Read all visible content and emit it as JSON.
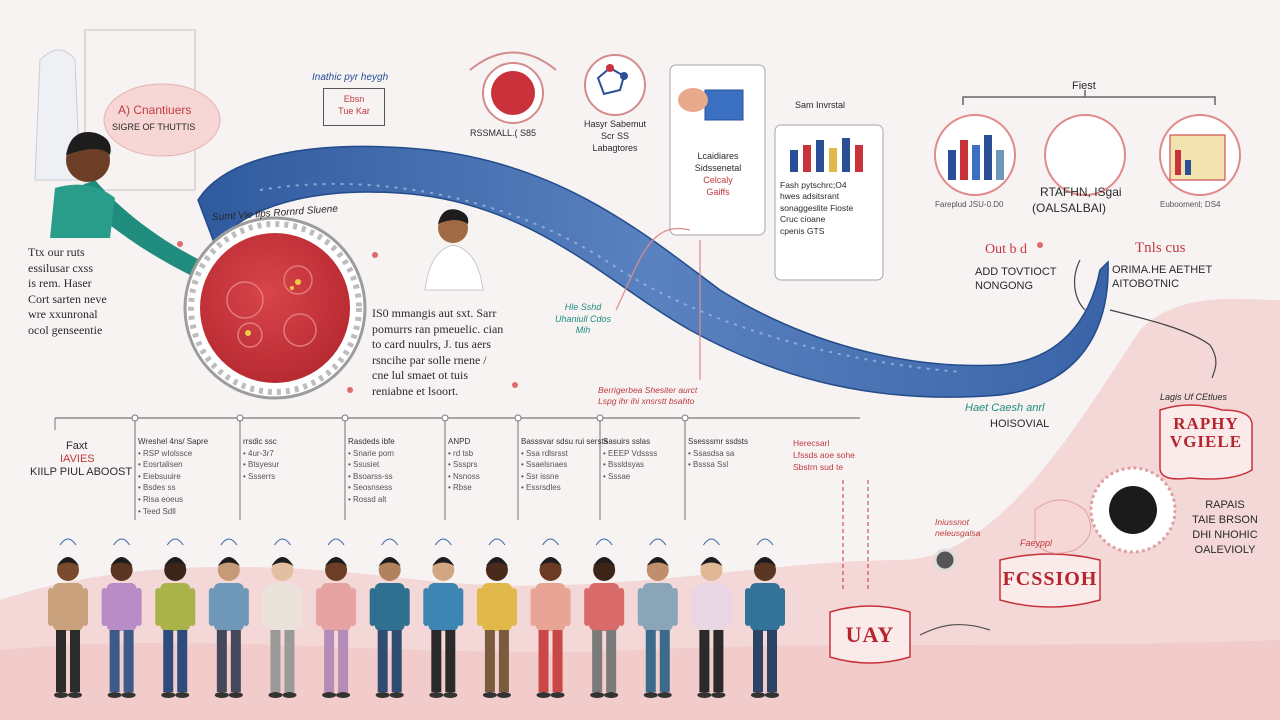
{
  "colors": {
    "background": "#f6f3f2",
    "stream_blue": "#3a64a8",
    "cell_red": "#c9323a",
    "band_pink": "#f3cdcd",
    "accent_red": "#c23a40",
    "accent_teal": "#1f8c7d"
  },
  "top_left": {
    "pink_label_line1": "A) Cnantiuers",
    "pink_label_line2": "SIGRE OF THUTTIS"
  },
  "left_caption": {
    "line1": "Ttx our ruts",
    "line2": "essilusar cxss",
    "line3": "is rem. Haser",
    "line4": "Cort sarten neve",
    "line5": "wre xxunronal",
    "line6": "ocol genseentie"
  },
  "upper_labels": {
    "box_title": "Inathic pyr heygh",
    "box_line1": "Ebsn",
    "box_line2": "Tue Kar",
    "cell_icon_label": "RSSMALL.( S85",
    "hand_drawn_label": "Sumt Vie tips Rornrd Sluene",
    "panel_a_line1": "Hasyr Sabemut",
    "panel_a_line2": "Scr SS",
    "panel_a_line3": "Labagtores",
    "panel_b_line1": "Lcaidiares",
    "panel_b_line2": "Sidssenetal",
    "panel_b_line3": "Celcaly",
    "panel_b_line4": "Gaiffs",
    "panel_c_title": "Sam Invrstal",
    "panel_c_line1": "Fash pytschrc;O4",
    "panel_c_line2": "hwes adsitsrant",
    "panel_c_line3": "sonaggeslite Fioste",
    "panel_c_line4": "Cruc cioane",
    "panel_c_line5": "cpenis GTS"
  },
  "top_right": {
    "header": "Fiest",
    "label_1": "RTAFHN, ISgai",
    "label_2": "(OALSALBAI)",
    "caption_1_line1": "Fareplud JSU-0.D0",
    "caption_3_line1": "Euboomenl; DS4",
    "red_left": "Out b d",
    "red_right": "Tnls cus",
    "right_a_line1": "ADD TOVTIOCT",
    "right_a_line2": "NONGONG",
    "right_b_line1": "ORIMA.HE AETHET",
    "right_b_line2": "AITOBOTNIC"
  },
  "middle": {
    "center_text_line1": "IS0 mmangis aut sxt. Sarr",
    "center_text_line2": "pomurrs ran pmeuelic. cian",
    "center_text_line3": "to card nuulrs, J. tus aers",
    "center_text_line4": "rsncihe par solle rnene /",
    "center_text_line5": "cne lul smaet ot tuis",
    "center_text_line6": "reniabne et lsoort.",
    "teal_note_line1": "Hle Sshd",
    "teal_note_line2": "Uhaniull Cdos",
    "teal_note_line3": "Mih",
    "red_banner_line1": "Berrigerbea Shesiter aurct",
    "red_banner_line2": "Lspg ihr ihi xnsrstt bsahto",
    "green_script": "Haet Caesh anrl",
    "horizontal_label": "HOISOVIAL"
  },
  "timeline": {
    "left_line1": "Faxt",
    "left_line2": "IAVIES",
    "left_line3": "KIILP PIUL ABOOST",
    "columns": [
      {
        "title": "Wreshel 4ns/ Sapre",
        "items": [
          "RSP wIolssce",
          "Eosrtalisen",
          "Eiebsuuire",
          "Bsdes ss",
          "Risa eoeus",
          "Teed Sdll"
        ]
      },
      {
        "title": "rrsdic ssc",
        "items": [
          "4ur-3r7",
          "Btsyesur",
          "Ssserrs"
        ]
      },
      {
        "title": "Rasdeds ibfe",
        "items": [
          "Snarie pom",
          "Ssusiet",
          "Bsoarss-ss",
          "Seosnsess",
          "Rossd alt"
        ]
      },
      {
        "title": "ANPD",
        "items": [
          "rd tsb",
          "Sssprs",
          "Nsnoss",
          "Rbse"
        ]
      },
      {
        "title": "Basssvar sdsu rui sersts",
        "items": [
          "Ssa rdlsrsst",
          "Ssaelsnaes",
          "Ssr issne",
          "Essrsdles"
        ]
      },
      {
        "title": "Sasuirs sslas",
        "items": [
          "EEEP Vdssss",
          "Bssldsyas",
          "Sssae"
        ]
      },
      {
        "title": "Ssesssmr ssdsts",
        "items": [
          "Ssasdsa sa",
          "Bsssa Ssl"
        ]
      }
    ],
    "red_note_line1": "Herecsarl",
    "red_note_line2": "Lfssds aoe sohe",
    "red_note_line3": "Sbstrn sud te"
  },
  "bottom_right": {
    "small_label": "Lagis Uf CEtlues",
    "stamp_top_line1": "RAPHY",
    "stamp_top_line2": "VGIELE",
    "stamp_mid": "FCSSIOH",
    "stamp_left": "UAY",
    "script_1_line1": "Iniussnot",
    "script_1_line2": "neleusgalsa",
    "script_2": "Faeyppl",
    "side_line1": "RAPAIS",
    "side_line2": "TAIE BRSON",
    "side_line3": "DHI NHOHIC",
    "side_line4": "OALEVIOLY"
  },
  "people": [
    {
      "shirt": "#c9a27d",
      "pants": "#2b2b2b",
      "skin": "#7a4a2e"
    },
    {
      "shirt": "#b98bc7",
      "pants": "#3c5a8a",
      "skin": "#5a3522"
    },
    {
      "shirt": "#a9b34a",
      "pants": "#2d4c7c",
      "skin": "#3b2418"
    },
    {
      "shirt": "#6f97b8",
      "pants": "#44485a",
      "skin": "#c49a78"
    },
    {
      "shirt": "#e9e3dc",
      "pants": "#9a9a9a",
      "skin": "#e3bfa1"
    },
    {
      "shirt": "#e7a2a2",
      "pants": "#b38db8",
      "skin": "#6b3e25"
    },
    {
      "shirt": "#2f6f8f",
      "pants": "#2f4d73",
      "skin": "#b0825e"
    },
    {
      "shirt": "#3d86b4",
      "pants": "#2a2a2a",
      "skin": "#d2a682"
    },
    {
      "shirt": "#e1b84a",
      "pants": "#7a5b3d",
      "skin": "#4a2b1b"
    },
    {
      "shirt": "#e8a595",
      "pants": "#c94747",
      "skin": "#6b3b23"
    },
    {
      "shirt": "#d86a6a",
      "pants": "#7a7a7a",
      "skin": "#3d2418"
    },
    {
      "shirt": "#8aa4b8",
      "pants": "#3c6a8a",
      "skin": "#c08e6b"
    },
    {
      "shirt": "#e8d6e4",
      "pants": "#2a2a2a",
      "skin": "#e0b896"
    },
    {
      "shirt": "#33739a",
      "pants": "#2b4466",
      "skin": "#5a3522"
    }
  ]
}
